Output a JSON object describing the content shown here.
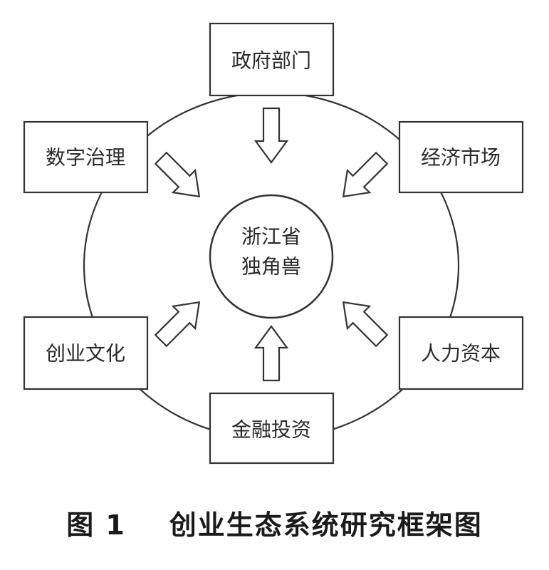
{
  "diagram": {
    "center": {
      "line1": "浙江省",
      "line2": "独角兽"
    },
    "nodes": {
      "top": "政府部门",
      "top_right": "经济市场",
      "bottom_right": "人力资本",
      "bottom": "金融投资",
      "bottom_left": "创业文化",
      "top_left": "数字治理"
    }
  },
  "caption": {
    "figure_number": "图 1",
    "title": "创业生态系统研究框架图"
  }
}
